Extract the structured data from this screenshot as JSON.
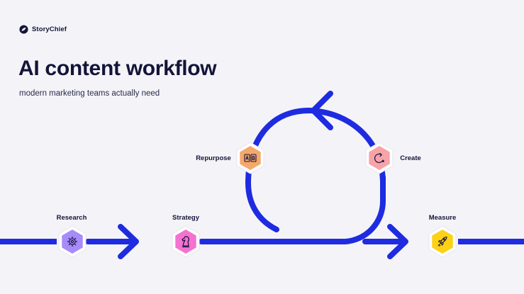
{
  "brand": {
    "name": "StoryChief"
  },
  "header": {
    "title": "AI content workflow",
    "subtitle": "modern marketing teams actually need"
  },
  "steps": [
    {
      "id": "research",
      "label": "Research",
      "icon": "gear-icon",
      "color": "#a78bfa"
    },
    {
      "id": "strategy",
      "label": "Strategy",
      "icon": "chess-knight-icon",
      "color": "#f472d0"
    },
    {
      "id": "repurpose",
      "label": "Repurpose",
      "icon": "ab-swap-icon",
      "color": "#f5a86b"
    },
    {
      "id": "create",
      "label": "Create",
      "icon": "cycle-arrow-icon",
      "color": "#f7a3a8"
    },
    {
      "id": "measure",
      "label": "Measure",
      "icon": "rocket-icon",
      "color": "#fcd116"
    }
  ],
  "colors": {
    "flow_line": "#1f2be0",
    "text": "#14143a",
    "background": "#f4f4f8"
  }
}
